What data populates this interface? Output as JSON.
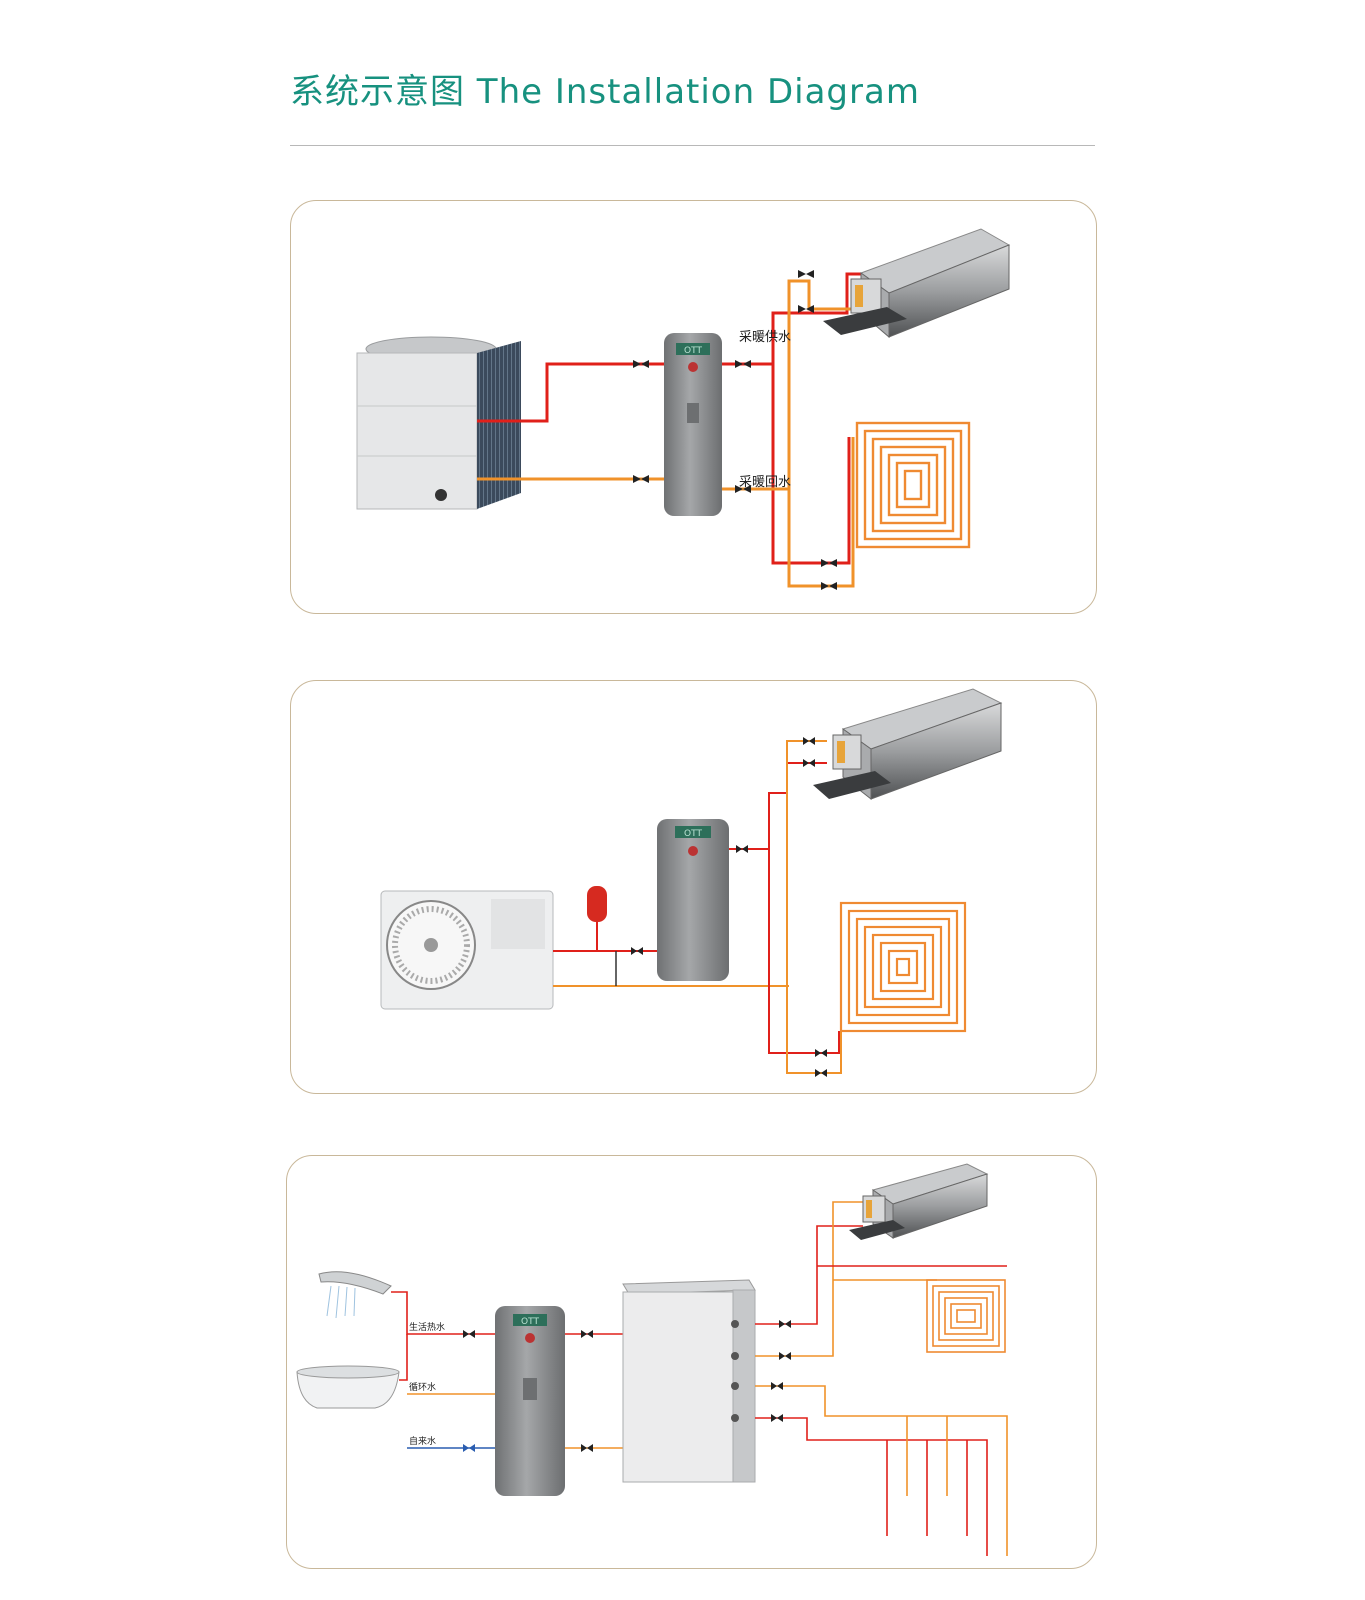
{
  "header": {
    "title": "系统示意图 The Installation Diagram"
  },
  "panel1": {
    "supply_label": "采暖供水",
    "return_label": "采暖回水",
    "tank_brand": "OTT"
  },
  "panel2": {
    "tank_brand": "OTT"
  },
  "panel3": {
    "hot_water_label": "生活热水",
    "circulation_label": "循环水",
    "tap_water_label": "自来水",
    "tank_brand": "OTT"
  },
  "colors": {
    "title": "#17917f",
    "supply_pipe": "#e0201a",
    "return_pipe": "#f0922a",
    "floor_coil": "#ef8a32",
    "cold_pipe": "#2a5db0",
    "panel_border": "#c9b89a",
    "tank": "#8c8e90"
  }
}
